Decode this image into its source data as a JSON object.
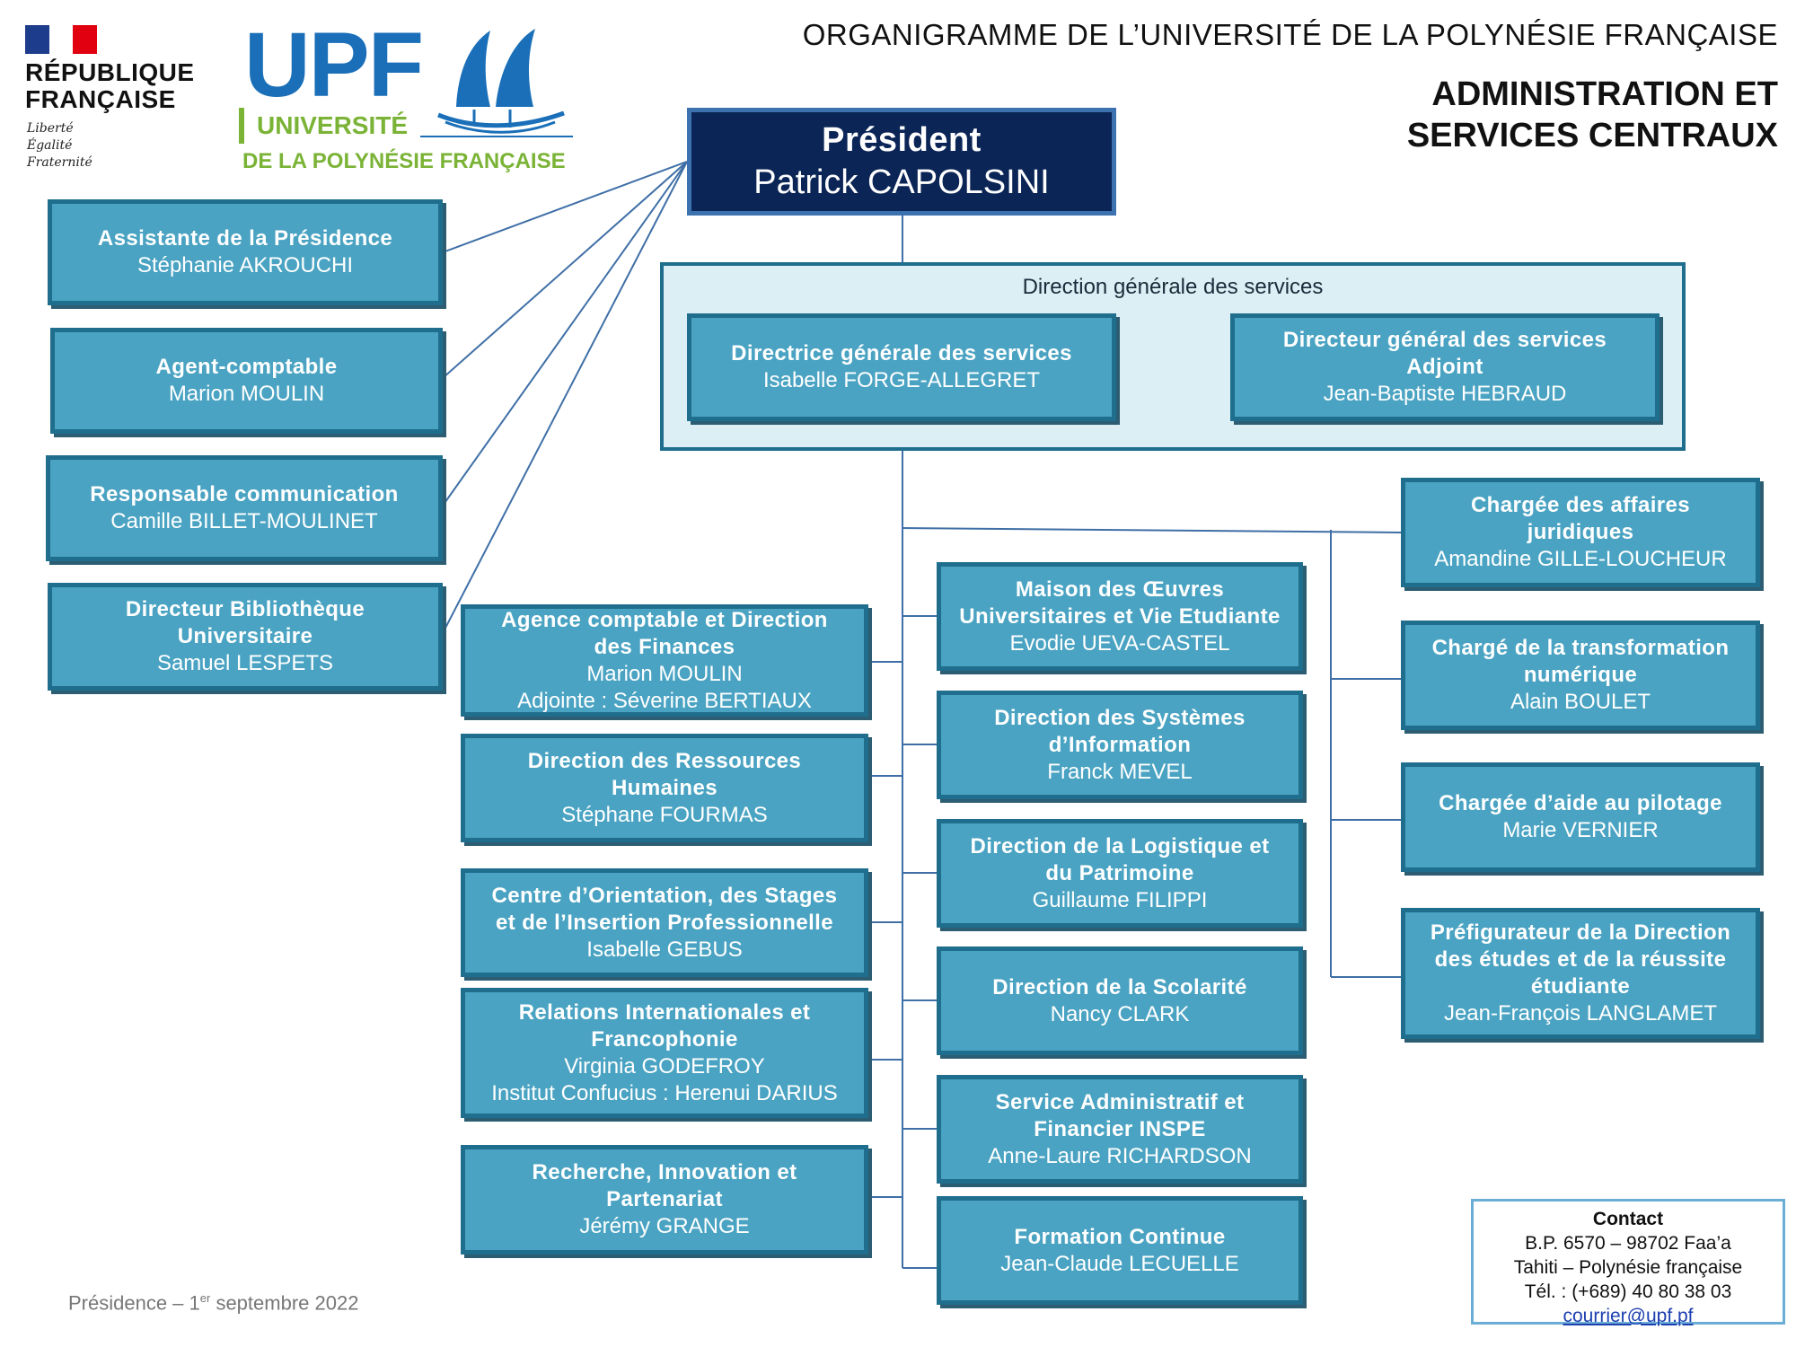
{
  "header": {
    "title": "ORGANIGRAMME DE L’UNIVERSITÉ DE LA POLYNÉSIE FRANÇAISE",
    "subtitle_line1": "ADMINISTRATION ET",
    "subtitle_line2": "SERVICES CENTRAUX"
  },
  "logos": {
    "rf_line1": "RÉPUBLIQUE",
    "rf_line2": "FRANÇAISE",
    "rf_motto1": "Liberté",
    "rf_motto2": "Égalité",
    "rf_motto3": "Fraternité",
    "upf_acronym": "UPF",
    "upf_line1": "UNIVERSITÉ",
    "upf_line2": "DE LA POLYNÉSIE FRANÇAISE",
    "colors": {
      "flag_blue": "#1e3c8c",
      "flag_red": "#e1000f",
      "upf_blue": "#1a6fb8",
      "upf_green": "#7ab336"
    }
  },
  "president": {
    "title": "Président",
    "name": "Patrick CAPOLSINI"
  },
  "dgs": {
    "label": "Direction générale des services",
    "directrice": {
      "title": "Directrice générale des services",
      "name": "Isabelle FORGE-ALLEGRET"
    },
    "adjoint": {
      "title1": "Directeur général des services",
      "title2": "Adjoint",
      "name": "Jean-Baptiste HEBRAUD"
    }
  },
  "left": [
    {
      "title": "Assistante de la Présidence",
      "name": "Stéphanie AKROUCHI"
    },
    {
      "title": "Agent-comptable",
      "name": "Marion MOULIN"
    },
    {
      "title": "Responsable communication",
      "name": "Camille BILLET-MOULINET"
    },
    {
      "title1": "Directeur Bibliothèque",
      "title2": "Universitaire",
      "name": "Samuel LESPETS"
    }
  ],
  "col2": [
    {
      "title1": "Agence comptable et Direction",
      "title2": "des Finances",
      "name": "Marion MOULIN",
      "extra": "Adjointe : Séverine BERTIAUX"
    },
    {
      "title1": "Direction des Ressources",
      "title2": "Humaines",
      "name": "Stéphane FOURMAS"
    },
    {
      "title1": "Centre d’Orientation, des Stages",
      "title2": "et de l’Insertion Professionnelle",
      "name": "Isabelle GEBUS"
    },
    {
      "title1": "Relations Internationales et",
      "title2": "Francophonie",
      "name": "Virginia GODEFROY",
      "extra": "Institut Confucius : Herenui DARIUS"
    },
    {
      "title1": "Recherche, Innovation et",
      "title2": "Partenariat",
      "name": "Jérémy GRANGE"
    }
  ],
  "col3": [
    {
      "title1": "Maison des Œuvres",
      "title2": "Universitaires et Vie Etudiante",
      "name": "Evodie UEVA-CASTEL"
    },
    {
      "title1": "Direction des Systèmes",
      "title2": "d’Information",
      "name": "Franck MEVEL"
    },
    {
      "title1": "Direction de la Logistique et",
      "title2": "du Patrimoine",
      "name": "Guillaume FILIPPI"
    },
    {
      "title1": "Direction de la Scolarité",
      "name": "Nancy CLARK"
    },
    {
      "title1": "Service Administratif et",
      "title2": "Financier INSPE",
      "name": "Anne-Laure RICHARDSON"
    },
    {
      "title1": "Formation Continue",
      "name": "Jean-Claude LECUELLE"
    }
  ],
  "col4": [
    {
      "title1": "Chargée des affaires",
      "title2": "juridiques",
      "name": "Amandine GILLE-LOUCHEUR"
    },
    {
      "title1": "Chargé de la transformation",
      "title2": "numérique",
      "name": "Alain BOULET"
    },
    {
      "title1": "Chargée d’aide au pilotage",
      "name": "Marie VERNIER"
    },
    {
      "title1": "Préfigurateur de la Direction",
      "title2": "des études et de la réussite",
      "title3": "étudiante",
      "name": "Jean-François LANGLAMET"
    }
  ],
  "contact": {
    "title": "Contact",
    "line1": "B.P. 6570 – 98702 Faa’a",
    "line2": "Tahiti – Polynésie française",
    "line3": "Tél. : (+689) 40 80 38 03",
    "email": "courrier@upf.pf"
  },
  "footer": {
    "prefix": "Présidence – 1",
    "sup": "er",
    "suffix": " septembre 2022"
  },
  "colors": {
    "box_fill": "#4aa3c2",
    "box_border": "#1f6e8d",
    "president_fill": "#0b2556",
    "connector": "#3f6fa6"
  }
}
